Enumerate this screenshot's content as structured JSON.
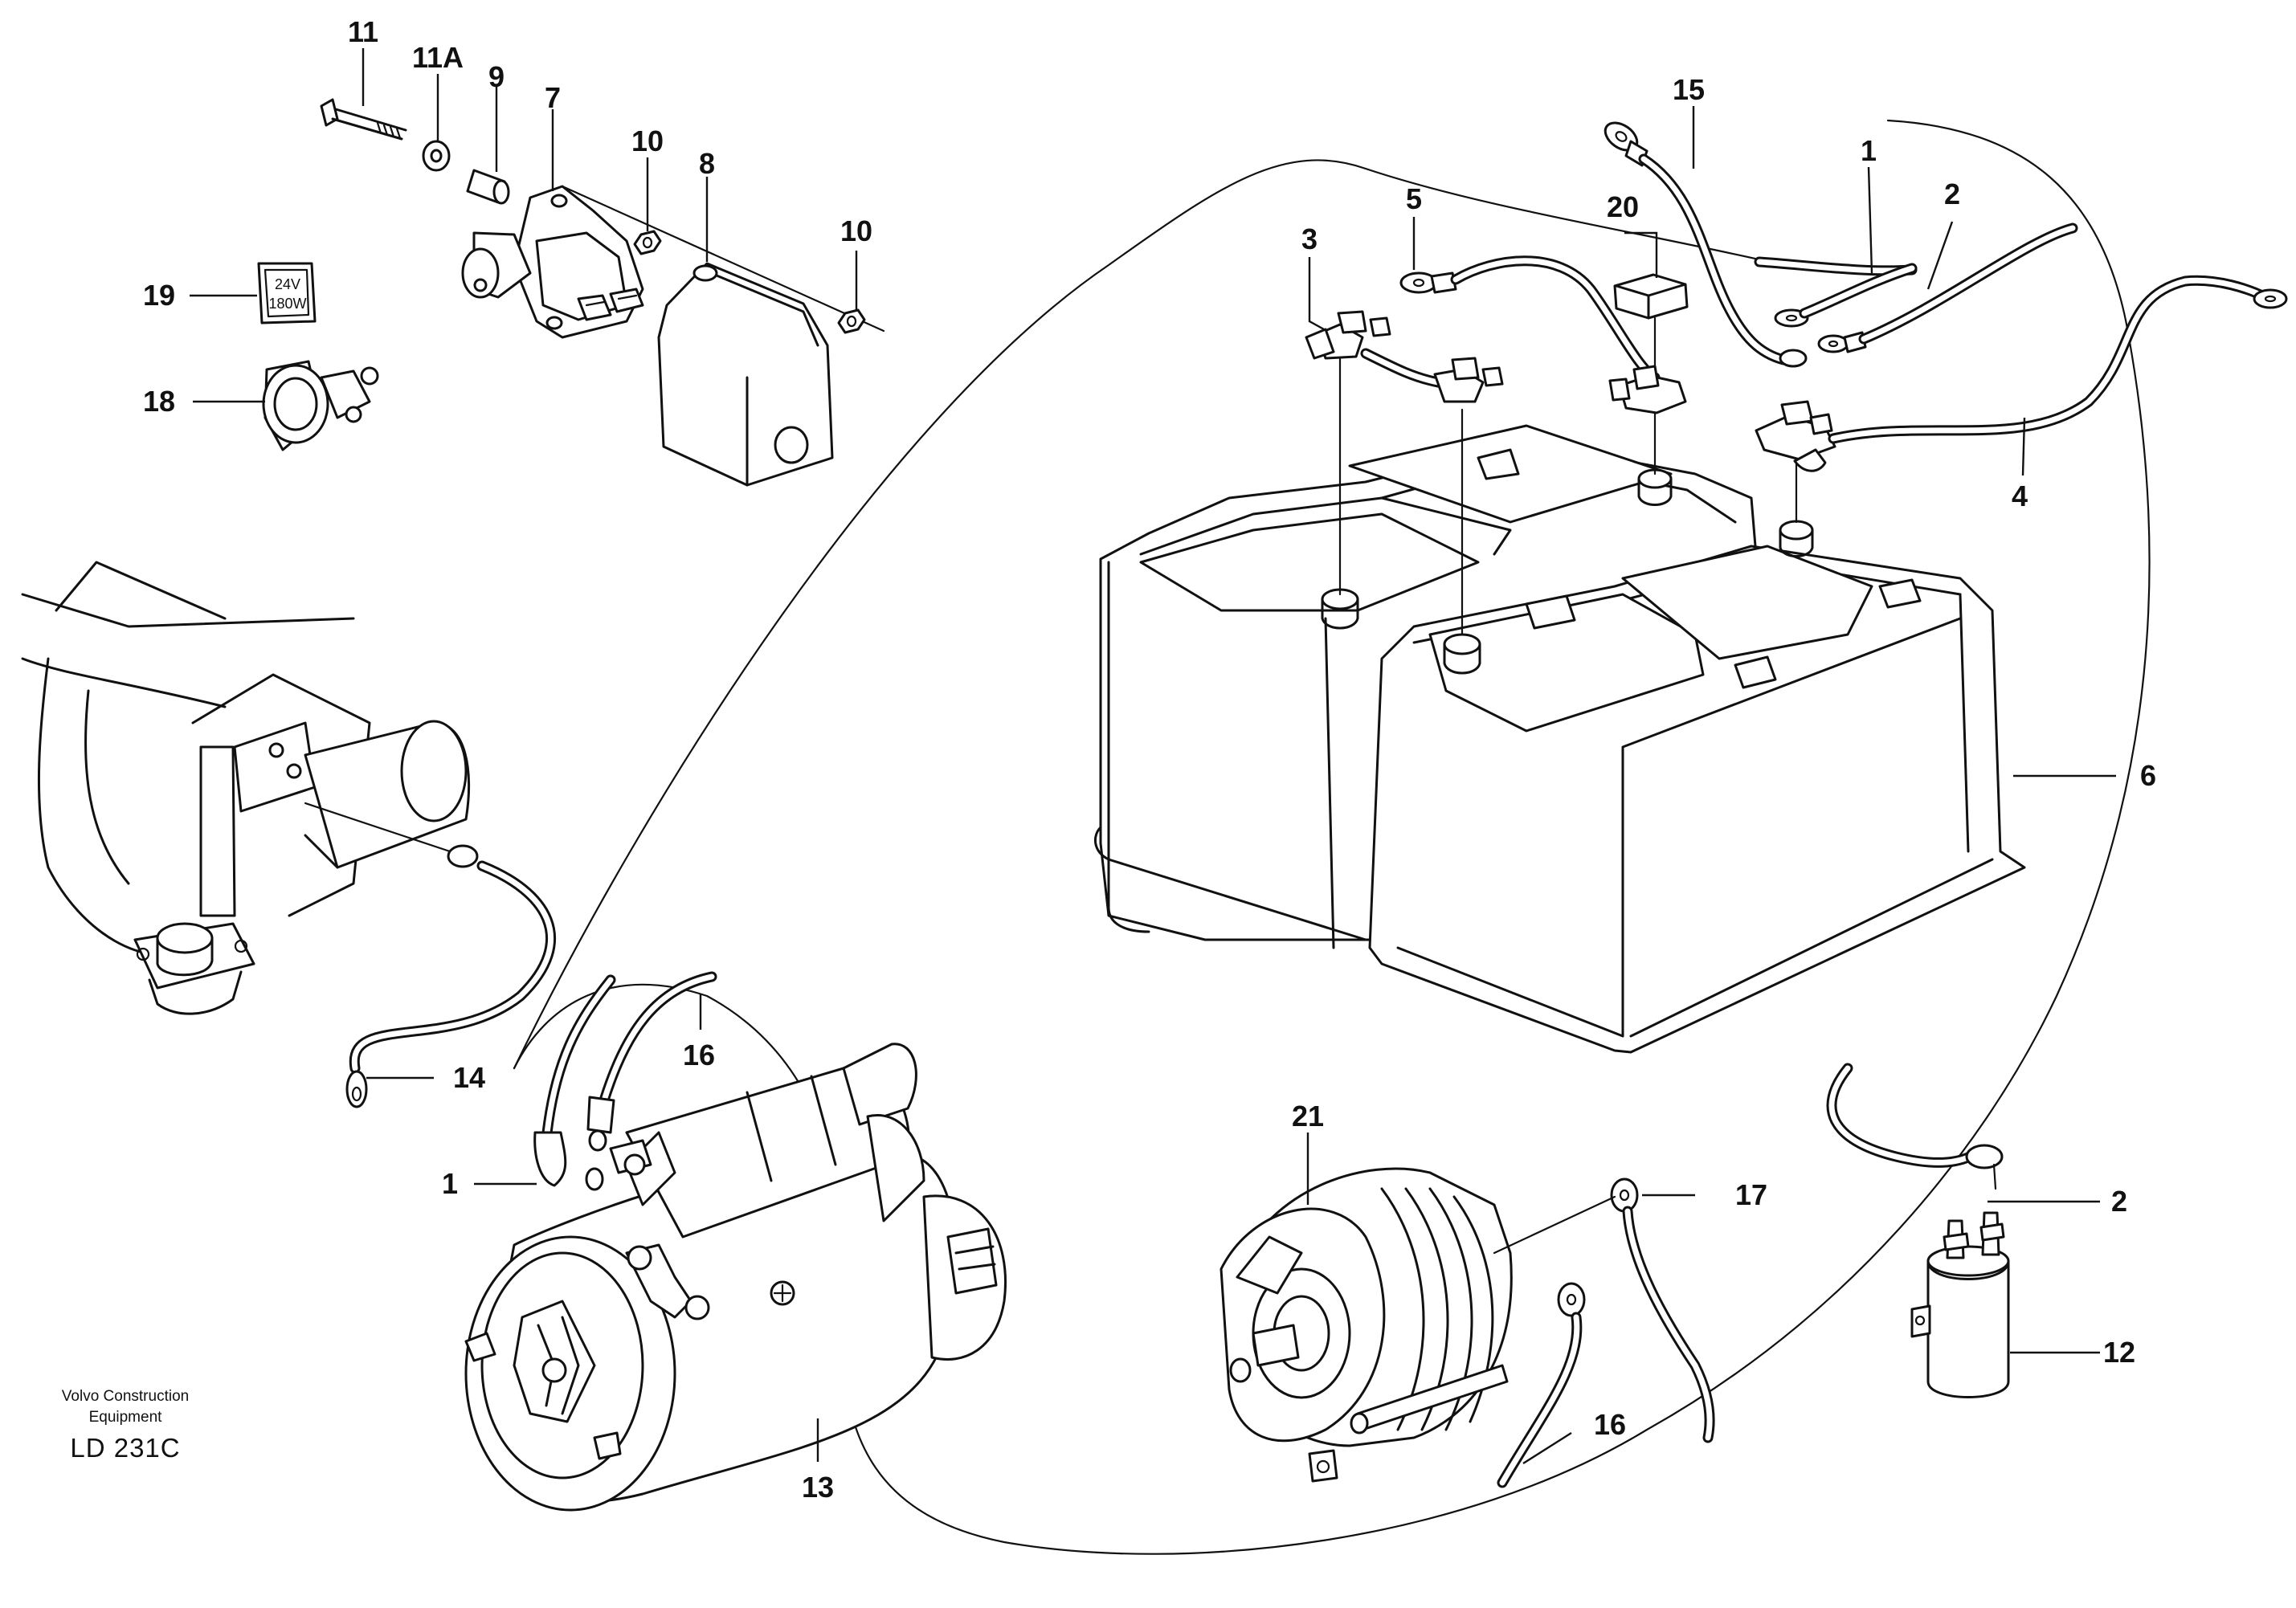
{
  "drawing": {
    "manufacturer_line1": "Volvo Construction",
    "manufacturer_line2": "Equipment",
    "drawing_code": "LD 231C"
  },
  "label_19_text": {
    "line1": "24V",
    "line2": "180W"
  },
  "callouts": {
    "c1_top": "1",
    "c1_left": "1",
    "c2_top": "2",
    "c2_right": "2",
    "c3": "3",
    "c4": "4",
    "c5": "5",
    "c6": "6",
    "c7": "7",
    "c8": "8",
    "c9": "9",
    "c10_a": "10",
    "c10_b": "10",
    "c11": "11",
    "c11a": "11A",
    "c12": "12",
    "c13": "13",
    "c14": "14",
    "c15": "15",
    "c16_top": "16",
    "c16_bottom": "16",
    "c17": "17",
    "c18": "18",
    "c19": "19",
    "c20": "20",
    "c21": "21"
  }
}
